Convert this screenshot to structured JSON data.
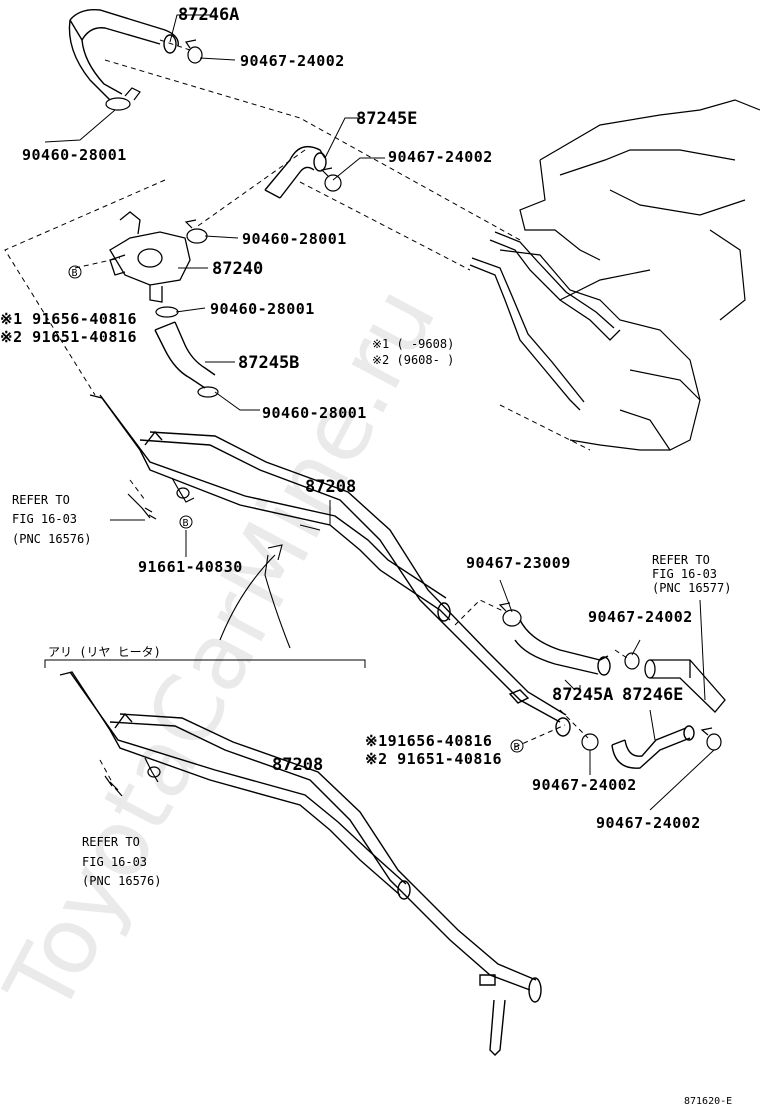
{
  "watermark": "ToyotaCarMine.ru",
  "figure_id": "871620-E",
  "parts": {
    "p87246A": "87246A",
    "p87245E": "87245E",
    "p87240": "87240",
    "p87245B": "87245B",
    "p87208_upper": "87208",
    "p87208_lower": "87208",
    "p87245A": "87245A",
    "p87246E": "87246E"
  },
  "fasteners": {
    "clip_top": "90467-24002",
    "clamp_top_left": "90460-28001",
    "clip_mid": "90467-24002",
    "clamp_mid": "90460-28001",
    "clamp_valve_low": "90460-28001",
    "clamp_lower": "90460-28001",
    "bolt_main": "91661-40830",
    "clip_right": "90467-23009",
    "clip_right2": "90467-24002",
    "clip_bottom_mid": "90467-24002",
    "clip_bottom_right": "90467-24002"
  },
  "variant_bolts_left": {
    "line1": "※1 91656-40816",
    "line2": "※2 91651-40816"
  },
  "variant_bolts_right": {
    "line1": "※191656-40816",
    "line2": "※2 91651-40816"
  },
  "variant_dates": {
    "line1": "※1 (     -9608)",
    "line2": "※2 (9608-     )"
  },
  "refer_left": {
    "line1": "REFER TO",
    "line2": "FIG 16-03",
    "line3": "(PNC 16576)"
  },
  "refer_right": {
    "line1": "REFER TO",
    "line2": "FIG 16-03",
    "line3": "(PNC 16577)"
  },
  "refer_lower": {
    "line1": "REFER TO",
    "line2": "FIG 16-03",
    "line3": "(PNC 16576)"
  },
  "lower_group_label": "アリ (リヤ ヒータ)",
  "bolt_marker": "B"
}
